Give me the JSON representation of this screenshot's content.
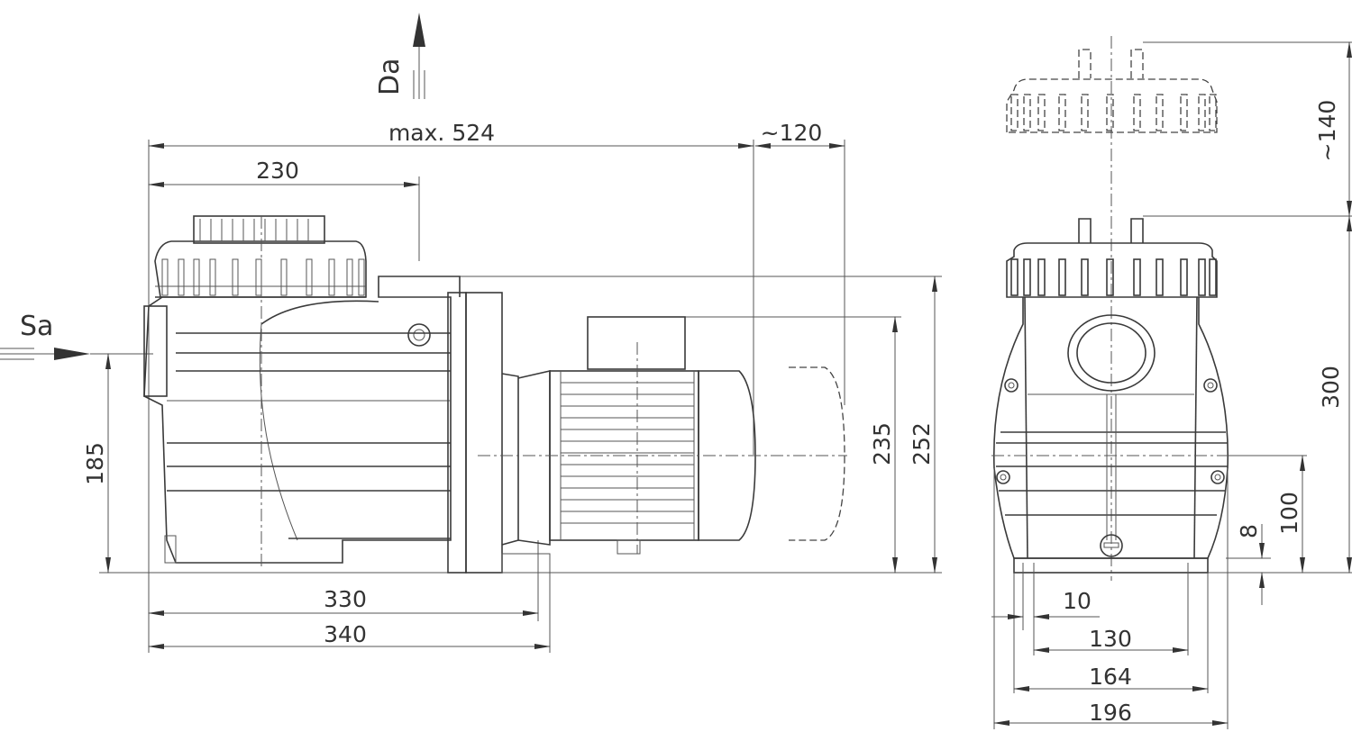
{
  "labels": {
    "discharge": "Da",
    "suction": "Sa"
  },
  "side_view": {
    "dims": {
      "overall_length": "max. 524",
      "fan_clearance": "~120",
      "lid_center": "230",
      "suction_height": "185",
      "motor_height": "235",
      "overall_height": "252",
      "foot_330": "330",
      "foot_340": "340"
    }
  },
  "front_view": {
    "dims": {
      "lid_removal": "~140",
      "total_height": "300",
      "mount_height": "100",
      "base_offset": "8",
      "foot_width": "10",
      "hole_spacing": "130",
      "base_width": "164",
      "overall_width": "196"
    }
  },
  "colors": {
    "line": "#3a3a3a",
    "background": "#ffffff"
  }
}
